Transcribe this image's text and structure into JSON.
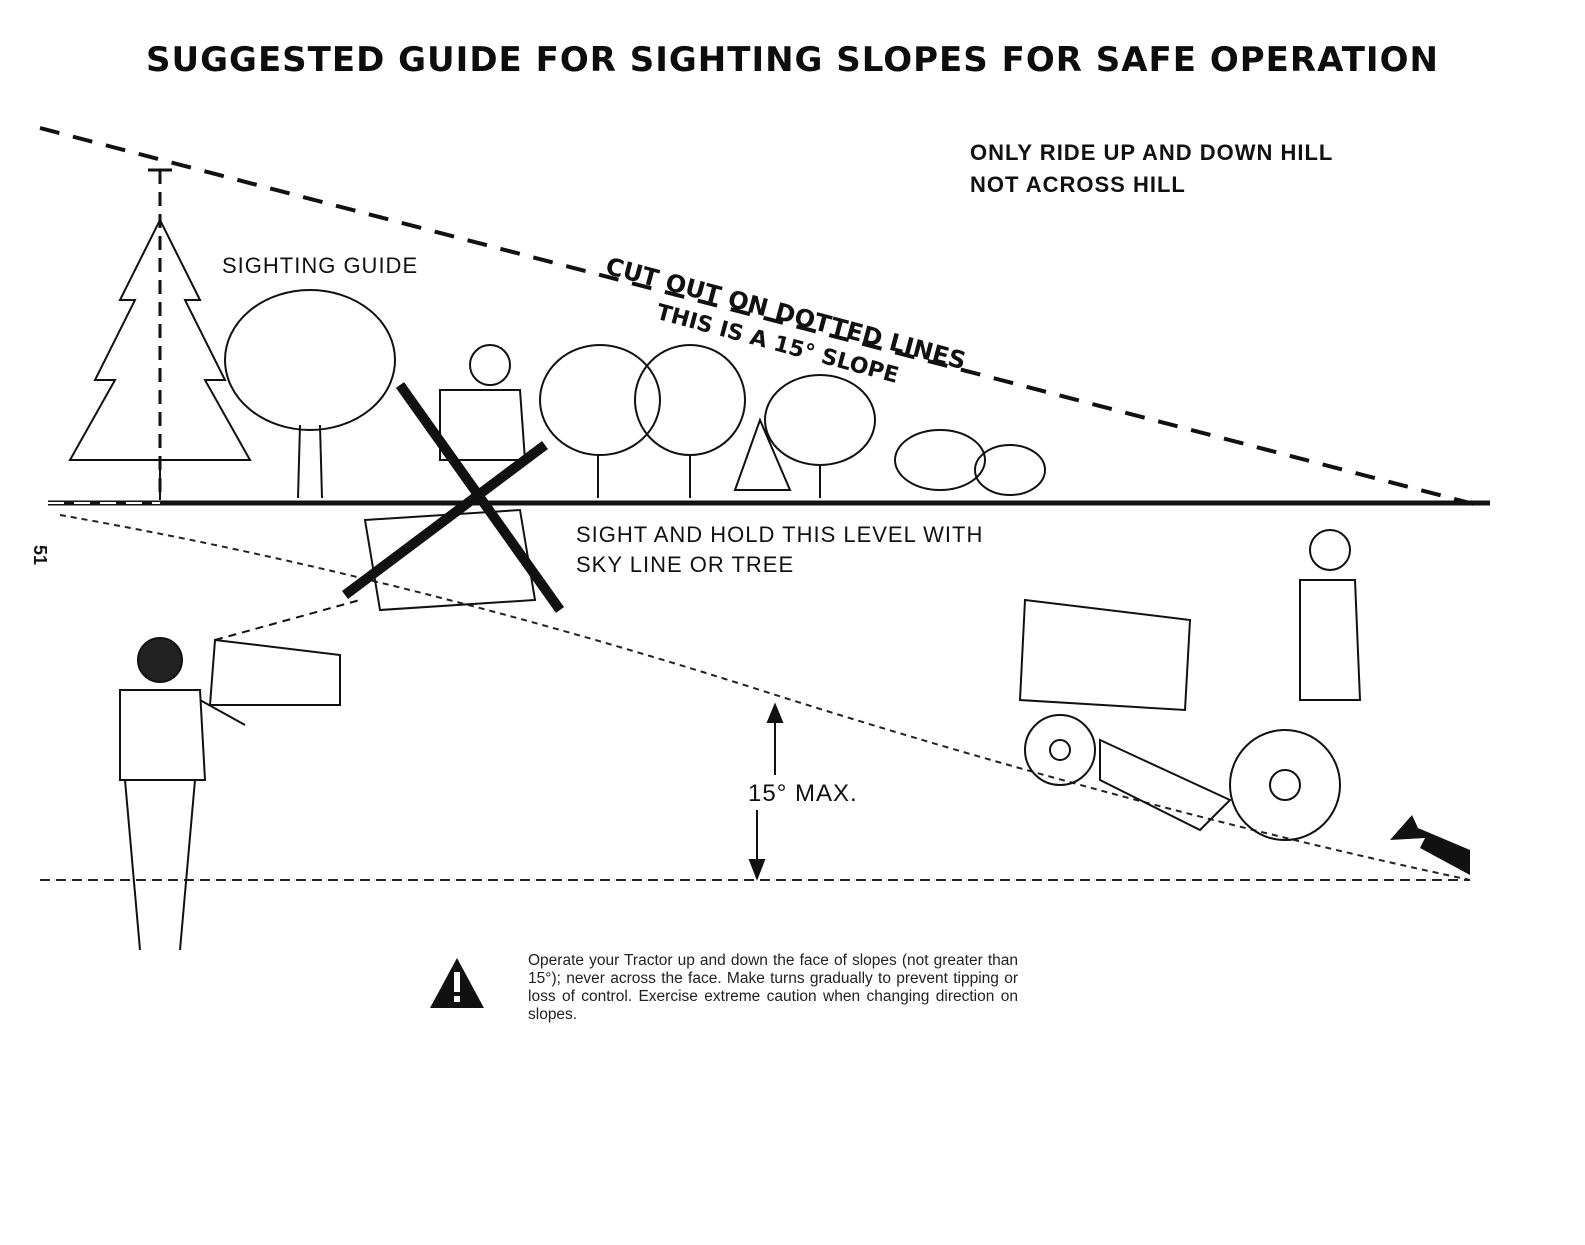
{
  "title": "SUGGESTED GUIDE FOR SIGHTING SLOPES FOR SAFE OPERATION",
  "rule": {
    "line1": "ONLY RIDE UP AND DOWN HILL",
    "line2": "NOT ACROSS HILL"
  },
  "guide_label": "SIGHTING GUIDE",
  "cut_instruction": "CUT OUT ON DOTTED LINES",
  "slope_statement": "THIS IS A 15° SLOPE",
  "sight_instruction": {
    "line1": "SIGHT AND HOLD THIS LEVEL WITH",
    "line2": "SKY LINE OR TREE"
  },
  "max_angle": "15° MAX.",
  "page_number": "51",
  "warning": "Operate your Tractor up and down the face of slopes (not greater than 15°); never across the face. Make turns gradually to prevent tipping or loss of control. Exercise extreme caution when changing direction on slopes.",
  "warning_icon": "warning-triangle-icon"
}
